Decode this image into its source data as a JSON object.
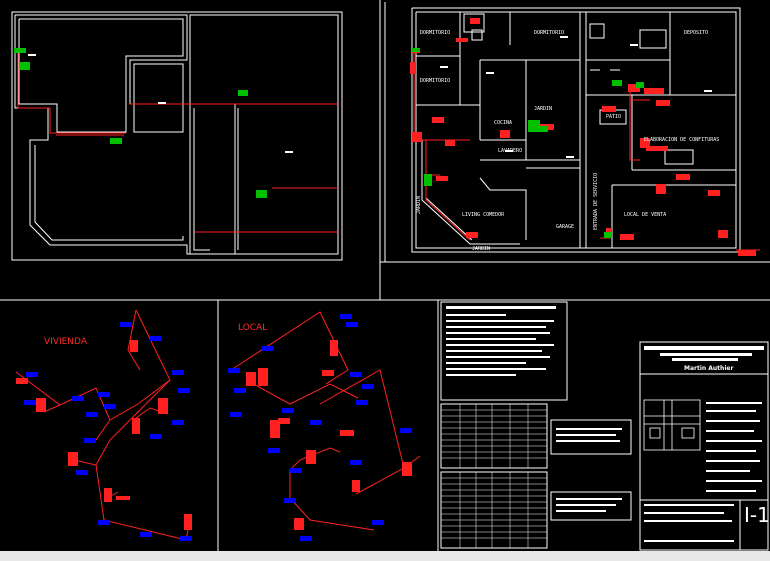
{
  "rooms": {
    "dormitorio_1": "DORMITORIO",
    "dormitorio_2": "DORMITORIO",
    "dormitorio_3": "DORMITORIO",
    "deposito": "DEPOSITO",
    "jardin_1": "JARDIN",
    "cocina": "COCINA",
    "lavadero": "LAVADERO",
    "patio": "PATIO",
    "elaboracion": "ELABORACION DE CONFITURAS",
    "jardin_side": "JARDIN",
    "entrada": "ENTRADA DE SERVICIO",
    "living": "LIVING COMEDOR",
    "garage": "GARAGE",
    "local_venta": "LOCAL DE VENTA",
    "jardin_bottom": "JARDIN"
  },
  "iso": {
    "vivienda": "VIVIENDA",
    "local": "LOCAL"
  },
  "title_block": {
    "author": "Martin Authier",
    "sheet": "I-1"
  },
  "colors": {
    "background": "#000000",
    "lines": "#ffffff",
    "pipes": "#ff0000",
    "tags": "#0000ff",
    "fixtures": "#00cc00"
  }
}
